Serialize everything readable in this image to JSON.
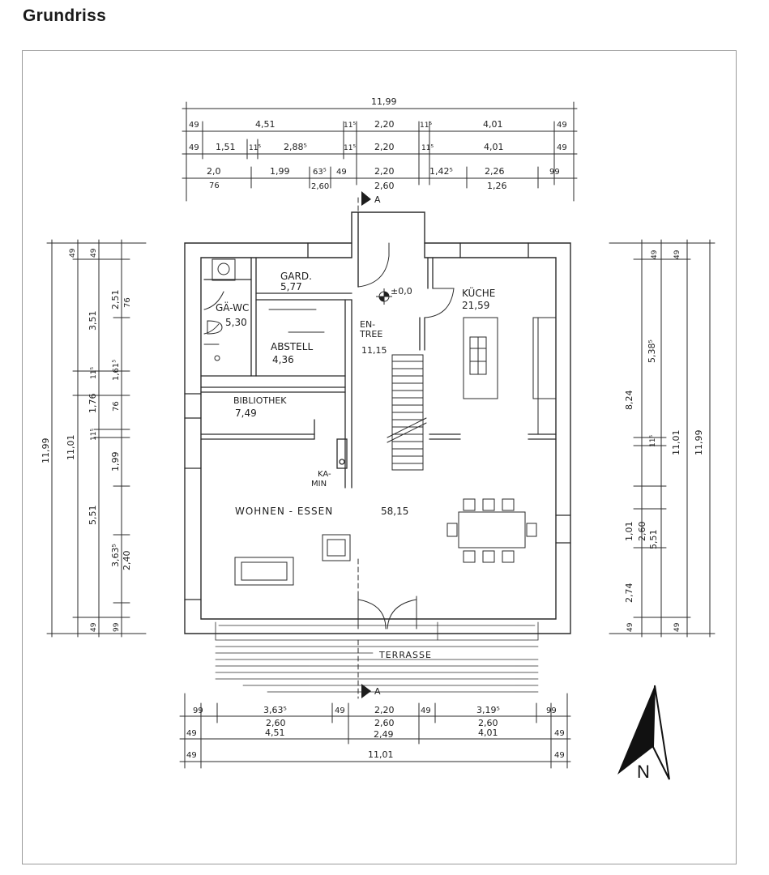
{
  "page_title": "Grundriss",
  "rooms": {
    "gard": {
      "name": "GARD.",
      "area": "5,77"
    },
    "gaewc": {
      "name": "GÄ-WC",
      "area": "5,30"
    },
    "abstell": {
      "name": "ABSTELL",
      "area": "4,36"
    },
    "entree1": "EN-",
    "entree2": "TREE",
    "entree_area": "11,15",
    "kueche": {
      "name": "KÜCHE",
      "area": "21,59"
    },
    "bibliothek": {
      "name": "BIBLIOTHEK",
      "area": "7,49"
    },
    "kamin1": "KA-",
    "kamin2": "MIN",
    "wohnen": {
      "name": "WOHNEN - ESSEN",
      "area": "58,15"
    },
    "terrasse": "TERRASSE"
  },
  "level": "±0,0",
  "section_mark": "A",
  "compass": "N",
  "dims_top": {
    "overall": "11,99",
    "row1": [
      "49",
      "4,51",
      "11⁵",
      "2,20",
      "11⁵",
      "4,01",
      "49"
    ],
    "row2": [
      "49",
      "1,51",
      "11⁵",
      "2,88⁵",
      "11⁵",
      "2,20",
      "11⁵",
      "4,01",
      "49"
    ],
    "row3_top": [
      "2,0",
      "1,99",
      "63⁵",
      "49",
      "2,20",
      "1,42⁵",
      "2,26",
      "99"
    ],
    "row3_bottom": [
      "76",
      "2,60",
      "2,60",
      "1,26"
    ]
  },
  "dims_bottom": {
    "row1": [
      "99",
      "3,63⁵",
      "49",
      "2,20",
      "49",
      "3,19⁵",
      "99"
    ],
    "row1_sub": [
      "2,60",
      "2,60",
      "2,60"
    ],
    "row2": [
      "49",
      "4,51",
      "2,49",
      "4,01",
      "49"
    ],
    "row3": [
      "49",
      "11,01",
      "49"
    ]
  },
  "dims_left": {
    "outer": "11,99",
    "inner": "11,01",
    "col3": [
      "49",
      "3,51",
      "11⁵",
      "1,76",
      "11⁵",
      "5,51",
      "49"
    ],
    "col4": [
      "49",
      "2,51",
      "76",
      "1,61⁵",
      "76",
      "1,99",
      "3,63⁵",
      "2,40",
      "99"
    ]
  },
  "dims_right": {
    "col1": [
      "49",
      "5,38⁵",
      "8,24",
      "11⁵",
      "1,01",
      "2,60",
      "2,74",
      "49"
    ],
    "col2": [
      "49",
      "11,01",
      "5,51",
      "49"
    ],
    "outer": "11,99"
  }
}
